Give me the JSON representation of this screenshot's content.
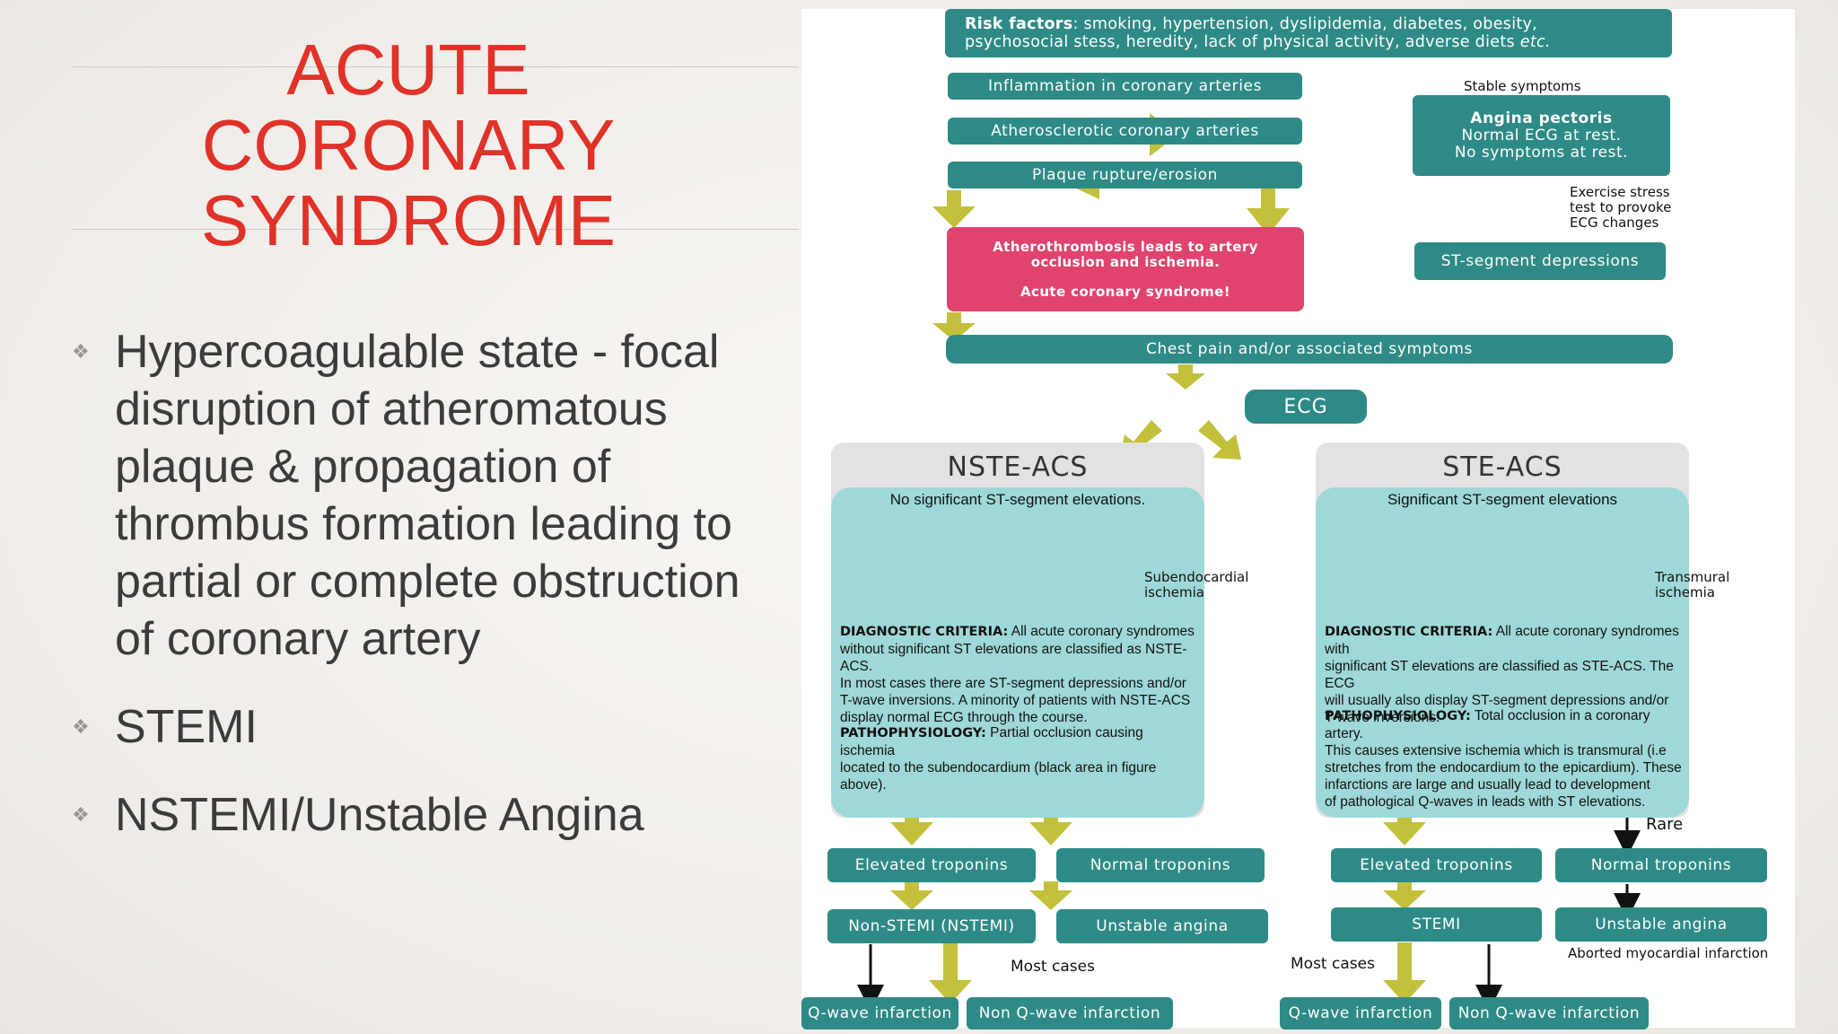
{
  "slide": {
    "title_lines": [
      "ACUTE",
      "CORONARY",
      "SYNDROME"
    ],
    "bullets": [
      "Hypercoagulable state - focal disruption of atheromatous plaque & propagation of thrombus formation leading to partial or complete obstruction of coronary artery",
      "STEMI",
      "NSTEMI/Unstable Angina"
    ],
    "bullet_glyph": "❖"
  },
  "diagram": {
    "risk_label": "Risk factors",
    "risk_text_1": ": smoking, hypertension, dyslipidemia, diabetes, obesity,",
    "risk_text_2": "psychosocial stess, heredity, lack of physical activity, adverse diets ",
    "risk_etc": "etc.",
    "inflammation": "Inflammation in coronary arteries",
    "atherosclerotic": "Atherosclerotic coronary arteries",
    "plaque": "Plaque rupture/erosion",
    "stable_symptoms": "Stable symptoms",
    "angina_title": "Angina pectoris",
    "angina_line1": "Normal ECG at rest.",
    "angina_line2": "No symptoms at rest.",
    "exercise_1": "Exercise stress",
    "exercise_2": "test to provoke",
    "exercise_3": "ECG changes",
    "st_depressions": "ST-segment depressions",
    "acs_line1": "Atherothrombosis leads to artery",
    "acs_line2": "occlusion and ischemia.",
    "acs_line3": "Acute coronary syndrome!",
    "chest_pain": "Chest pain and/or associated symptoms",
    "ecg": "ECG",
    "nste": {
      "head": "NSTE-ACS",
      "subtitle": "No significant ST-segment elevations.",
      "ischemia_1": "Subendocardial",
      "ischemia_2": "ischemia",
      "dx_label": "DIAGNOSTIC CRITERIA:",
      "dx_lines": [
        " All acute coronary syndromes",
        "without significant ST elevations are classified as NSTE-ACS.",
        "In most cases there are ST-segment depressions and/or",
        "T-wave inversions. A minority of patients with NSTE-ACS",
        "display normal ECG through the course."
      ],
      "patho_label": "PATHOPHYSIOLOGY:",
      "patho_lines": [
        " Partial occlusion causing ischemia",
        "located to the subendocardium (black area in figure above)."
      ]
    },
    "ste": {
      "head": "STE-ACS",
      "subtitle": "Significant ST-segment elevations",
      "ischemia_1": "Transmural",
      "ischemia_2": "ischemia",
      "dx_label": "DIAGNOSTIC CRITERIA:",
      "dx_lines": [
        " All acute coronary syndromes with",
        "significant ST elevations are classified as STE-ACS. The ECG",
        "will usually also display ST-segment depressions and/or",
        "T-wave  inversions."
      ],
      "patho_label": "PATHOPHYSIOLOGY:",
      "patho_lines": [
        " Total occlusion in a coronary artery.",
        "This causes extensive ischemia which is transmural (i.e",
        "stretches from the endocardium to the epicardium). These",
        "infarctions are large and usually lead to development",
        "of pathological Q-waves in leads with ST elevations."
      ]
    },
    "elevated_troponins": "Elevated troponins",
    "normal_troponins": "Normal troponins",
    "nstemi": "Non-STEMI (NSTEMI)",
    "unstable_angina": "Unstable angina",
    "stemi": "STEMI",
    "rare": "Rare",
    "most_cases": "Most cases",
    "aborted": "Aborted myocardial infarction",
    "q_wave": "Q-wave infarction",
    "non_q_wave_left": "Non Q-wave infarction",
    "non_q_wave_right": "Non Q-wave infarction"
  },
  "colors": {
    "title_red": "#e03228",
    "teal": "#2e8a86",
    "panel_teal": "#9fd8d8",
    "acs_pink": "#e0436e",
    "arrow_olive": "#c3c03c"
  }
}
